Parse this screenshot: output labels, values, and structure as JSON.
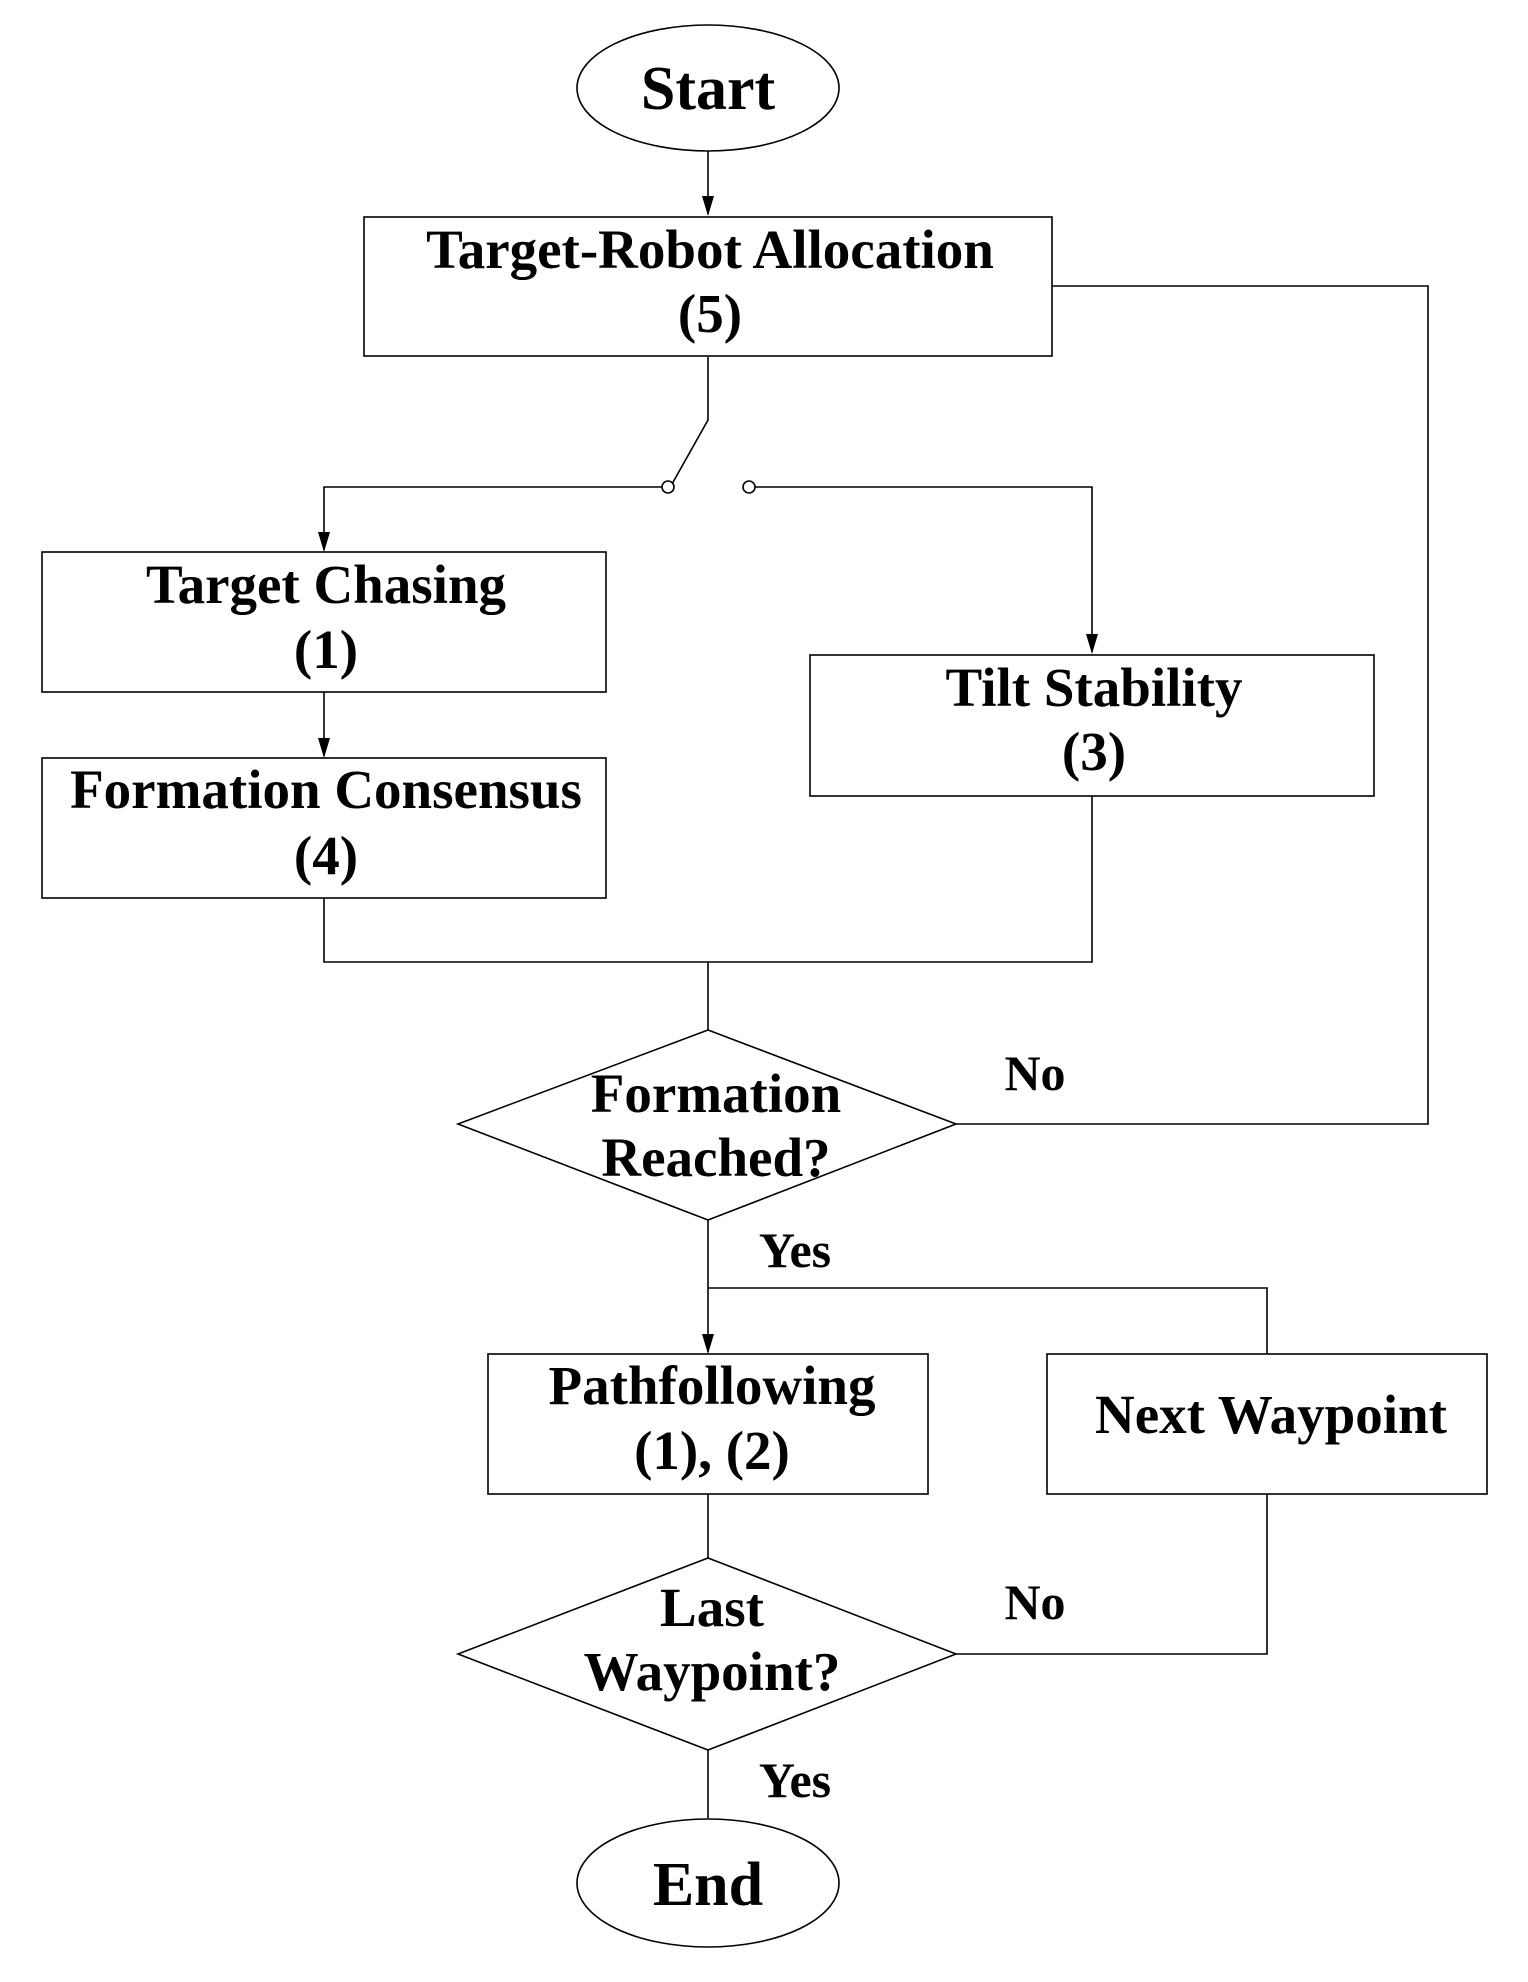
{
  "nodes": {
    "start": {
      "label": "Start"
    },
    "allocation": {
      "line1": "Target-Robot Allocation",
      "line2": "(5)"
    },
    "chasing": {
      "line1": "Target Chasing",
      "line2": "(1)"
    },
    "consensus": {
      "line1": "Formation Consensus",
      "line2": "(4)"
    },
    "tilt": {
      "line1": "Tilt Stability",
      "line2": "(3)"
    },
    "formation_check": {
      "line1": "Formation",
      "line2": "Reached?"
    },
    "pathfollowing": {
      "line1": "Pathfollowing",
      "line2": "(1), (2)"
    },
    "next_waypoint": {
      "label": "Next Waypoint"
    },
    "last_check": {
      "line1": "Last",
      "line2": "Waypoint?"
    },
    "end": {
      "label": "End"
    }
  },
  "edges": {
    "formation_no": "No",
    "formation_yes": "Yes",
    "last_no": "No",
    "last_yes": "Yes"
  }
}
